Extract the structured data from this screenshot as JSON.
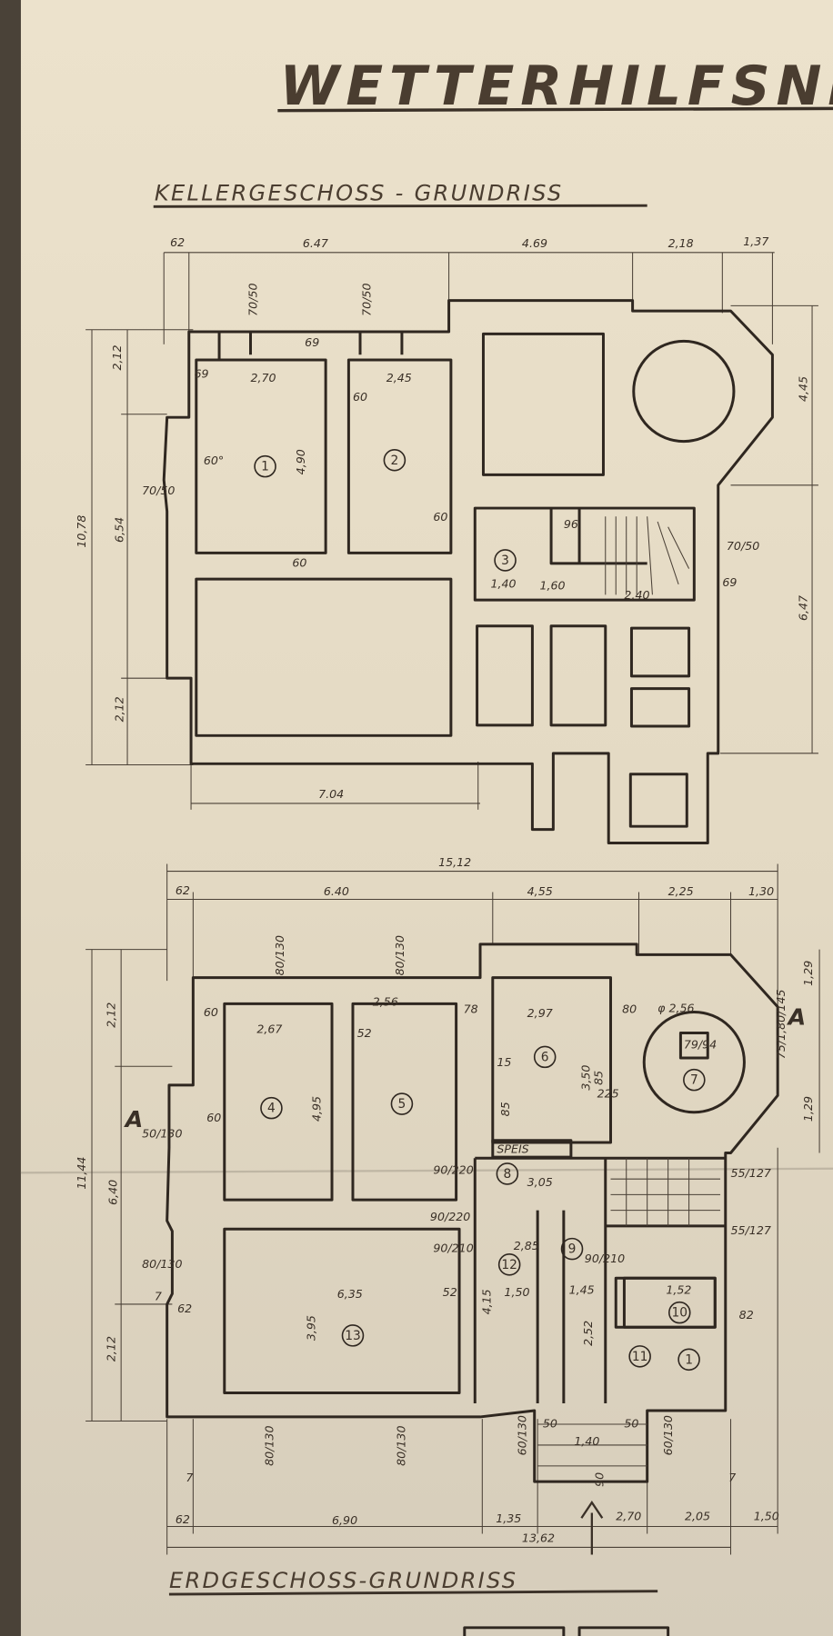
{
  "title": "WETTERHILFSNE",
  "colors": {
    "paper": "#e6dcc6",
    "ink": "#2f2720",
    "border": "#4a4238"
  },
  "keller": {
    "subtitle": "KELLERGESCHOSS - GRUNDRISS",
    "top_dims": [
      "62",
      "6.47",
      "4.69",
      "2,18",
      "1,37"
    ],
    "left_dims": [
      "10,78",
      "2,12",
      "6,54",
      "2,12"
    ],
    "right_dims": [
      "4,45",
      "6,47"
    ],
    "bottom_dims": [
      "7.04"
    ],
    "rooms": [
      "1",
      "2",
      "3"
    ],
    "labels": [
      "2,70",
      "2,45",
      "4,90",
      "60",
      "69",
      "69",
      "60°",
      "70/50",
      "60",
      "1,40",
      "1,60",
      "2,40",
      "96",
      "70/50",
      "69",
      "60",
      "70/50",
      "70/50"
    ]
  },
  "erdgeschoss": {
    "subtitle": "ERDGESCHOSS-GRUNDRISS",
    "overall_dim": "15,12",
    "top_dims": [
      "62",
      "6.40",
      "4,55",
      "2,25",
      "1,30"
    ],
    "left_dims": [
      "11,44",
      "2,12",
      "6,40",
      "2,12"
    ],
    "right_dims": [
      "1,29",
      "1,29"
    ],
    "bottom_dims": [
      "62",
      "6,90",
      "1,35",
      "2,70",
      "2,05",
      "1,50"
    ],
    "bottom_total": "13,62",
    "rooms": [
      "4",
      "5",
      "6",
      "7",
      "8",
      "9",
      "10",
      "11",
      "12",
      "13",
      "1"
    ],
    "section_marks": [
      "A",
      "A"
    ],
    "labels": [
      "SPEIS",
      "2,67",
      "2,56",
      "78",
      "2,97",
      "φ 2,56",
      "80",
      "4,95",
      "52",
      "60",
      "60",
      "50/130",
      "6,35",
      "3,95",
      "52",
      "80/130",
      "62",
      "7",
      "3,05",
      "1,50",
      "1,45",
      "4,15",
      "2,52",
      "2,85",
      "1,52",
      "55/127",
      "55/127",
      "82",
      "85",
      "3,50",
      "225",
      "15",
      "85",
      "7",
      "7",
      "80/130",
      "80/130",
      "60/130",
      "60/130",
      "50",
      "50",
      "1,40",
      "90",
      "75/1,80/145",
      "80/130",
      "80/130",
      "90/220",
      "90/210",
      "90/220",
      "90/210",
      "79/94"
    ]
  }
}
